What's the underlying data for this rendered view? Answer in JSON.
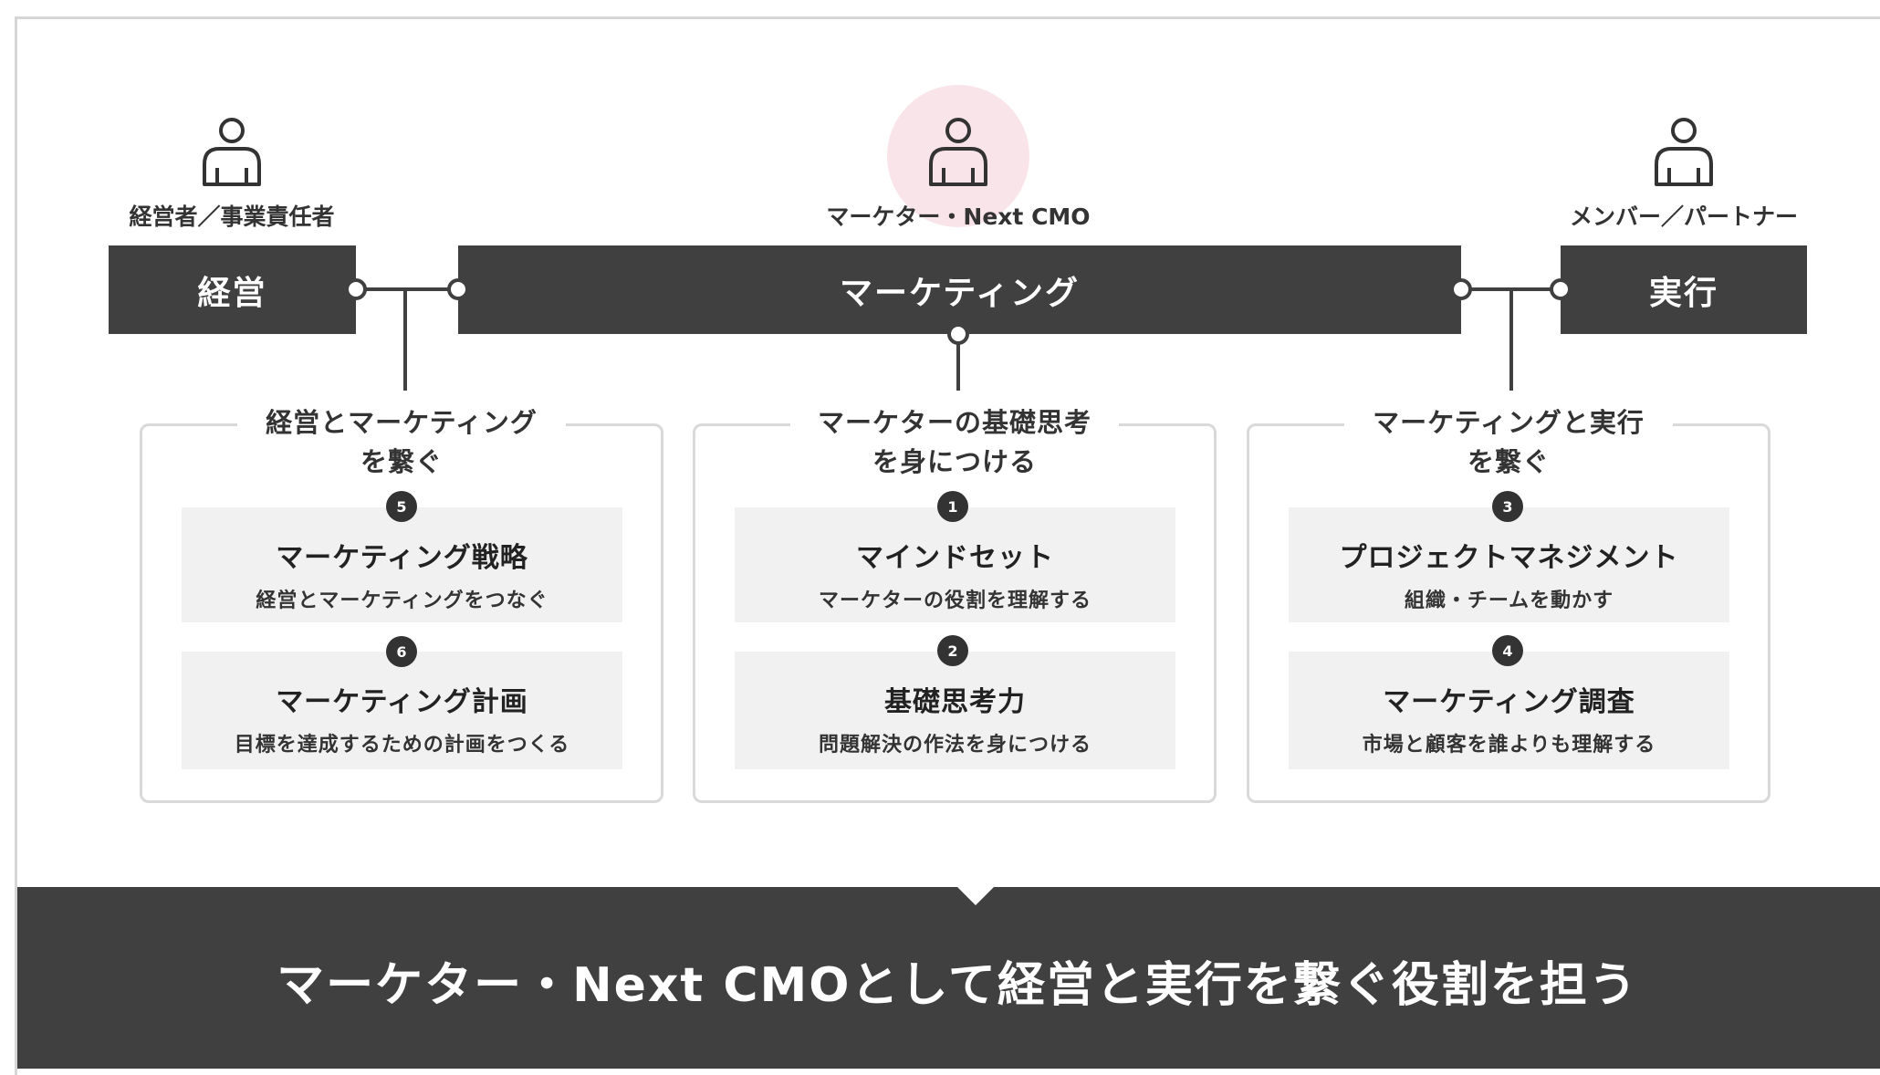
{
  "roles": {
    "left": "経営者／事業責任者",
    "center": "マーケター・Next CMO",
    "right": "メンバー／パートナー"
  },
  "bars": {
    "left": "経営",
    "center": "マーケティング",
    "right": "実行"
  },
  "groups": [
    {
      "title_line1": "経営とマーケティング",
      "title_line2": "を繋ぐ",
      "items": [
        {
          "number": "5",
          "name": "マーケティング戦略",
          "desc": "経営とマーケティングをつなぐ"
        },
        {
          "number": "6",
          "name": "マーケティング計画",
          "desc": "目標を達成するための計画をつくる"
        }
      ]
    },
    {
      "title_line1": "マーケターの基礎思考",
      "title_line2": "を身につける",
      "items": [
        {
          "number": "1",
          "name": "マインドセット",
          "desc": "マーケターの役割を理解する"
        },
        {
          "number": "2",
          "name": "基礎思考力",
          "desc": "問題解決の作法を身につける"
        }
      ]
    },
    {
      "title_line1": "マーケティングと実行",
      "title_line2": "を繋ぐ",
      "items": [
        {
          "number": "3",
          "name": "プロジェクトマネジメント",
          "desc": "組織・チームを動かす"
        },
        {
          "number": "4",
          "name": "マーケティング調査",
          "desc": "市場と顧客を誰よりも理解する"
        }
      ]
    }
  ],
  "footer": {
    "message": "マーケター・Next CMOとして経営と実行を繋ぐ役割を担う"
  },
  "icons": {
    "person": "person-icon",
    "halo_color": "#f9e4ea",
    "bar_color": "#404040"
  }
}
